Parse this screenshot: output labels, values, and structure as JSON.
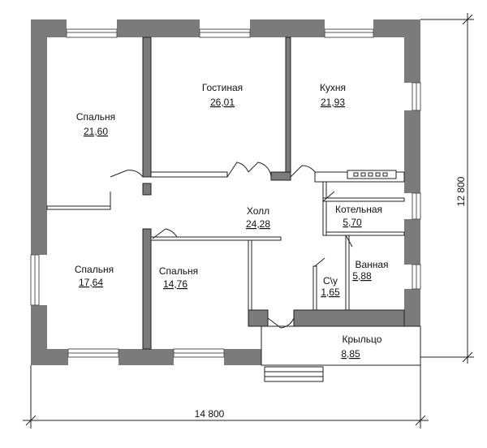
{
  "rooms": [
    {
      "id": "bedroom-1",
      "name": "Спальня",
      "area": "21,60"
    },
    {
      "id": "living",
      "name": "Гостиная",
      "area": "26,01"
    },
    {
      "id": "kitchen",
      "name": "Кухня",
      "area": "21,93"
    },
    {
      "id": "hall",
      "name": "Холл",
      "area": "24,28"
    },
    {
      "id": "boiler",
      "name": "Котельная",
      "area": "5,70"
    },
    {
      "id": "bedroom-2",
      "name": "Спальня",
      "area": "17,64"
    },
    {
      "id": "bedroom-3",
      "name": "Спальня",
      "area": "14,76"
    },
    {
      "id": "bath",
      "name": "Ванная",
      "area": "5,88"
    },
    {
      "id": "wc",
      "name": "С\\у",
      "area": "1,65"
    },
    {
      "id": "porch",
      "name": "Крыльцо",
      "area": "8,85"
    }
  ],
  "dimensions": {
    "width": "14 800",
    "height": "12 800"
  },
  "colors": {
    "wall": "#7b7b7b",
    "line": "#222222",
    "background": "#ffffff"
  }
}
